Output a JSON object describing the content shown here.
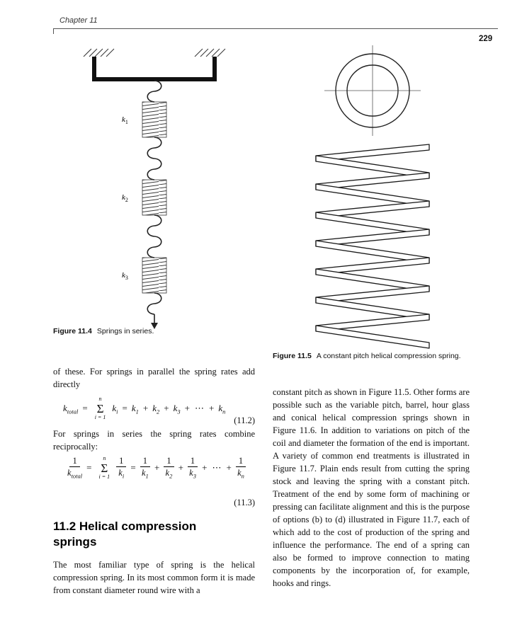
{
  "page": {
    "chapter": "Chapter 11",
    "number": "229"
  },
  "fig114": {
    "label": "Figure 11.4",
    "caption": "Springs in series.",
    "k1": {
      "base": "k",
      "sub": "1"
    },
    "k2": {
      "base": "k",
      "sub": "2"
    },
    "k3": {
      "base": "k",
      "sub": "3"
    }
  },
  "fig115": {
    "label": "Figure 11.5",
    "caption": "A constant pitch helical compression spring."
  },
  "left": {
    "para1": "of these. For springs in parallel the spring rates add directly",
    "para2": "For springs in series the spring rates combine reciprocally:",
    "heading": "11.2  Helical compression springs",
    "para3": "The most familiar type of spring is the helical compression spring. In its most common form it is made from constant diameter round wire with a"
  },
  "right": {
    "para1": "constant pitch as shown in Figure 11.5. Other forms are possible such as the variable pitch, barrel, hour glass and conical helical compression springs shown in Figure 11.6. In addition to variations on pitch of the coil and diameter the formation of the end is important. A variety of common end treatments is illustrated in Figure 11.7. Plain ends result from cutting the spring stock and leaving the spring with a constant pitch. Treatment of the end by some form of machining or pressing can facilitate alignment and this is the purpose of options (b) to (d) illustrated in Figure 11.7, each of which add to the cost of production of the spring and influence the performance. The end of a spring can also be formed to improve connection to mating components by the incorporation of, for example, hooks and rings."
  },
  "eq1": {
    "lhs_base": "k",
    "lhs_sub": "total",
    "equals": "=",
    "sum_top": "n",
    "sum_sym": "Σ",
    "sum_bot": "i = 1",
    "ki_base": "k",
    "ki_sub": "i",
    "t1_base": "k",
    "t1_sub": "1",
    "plus": "+",
    "t2_base": "k",
    "t2_sub": "2",
    "t3_base": "k",
    "t3_sub": "3",
    "dots": "⋯",
    "tn_base": "k",
    "tn_sub": "n",
    "number": "(11.2)"
  },
  "eq2": {
    "one": "1",
    "lhs_den_base": "k",
    "lhs_den_sub": "total",
    "equals": "=",
    "sum_top": "n",
    "sum_sym": "Σ",
    "sum_bot": "i = 1",
    "ki_den_base": "k",
    "ki_den_sub": "i",
    "t1_den_base": "k",
    "t1_den_sub": "1",
    "plus": "+",
    "t2_den_base": "k",
    "t2_den_sub": "2",
    "t3_den_base": "k",
    "t3_den_sub": "3",
    "dots": "⋯",
    "tn_den_base": "k",
    "tn_den_sub": "n",
    "number": "(11.3)"
  }
}
